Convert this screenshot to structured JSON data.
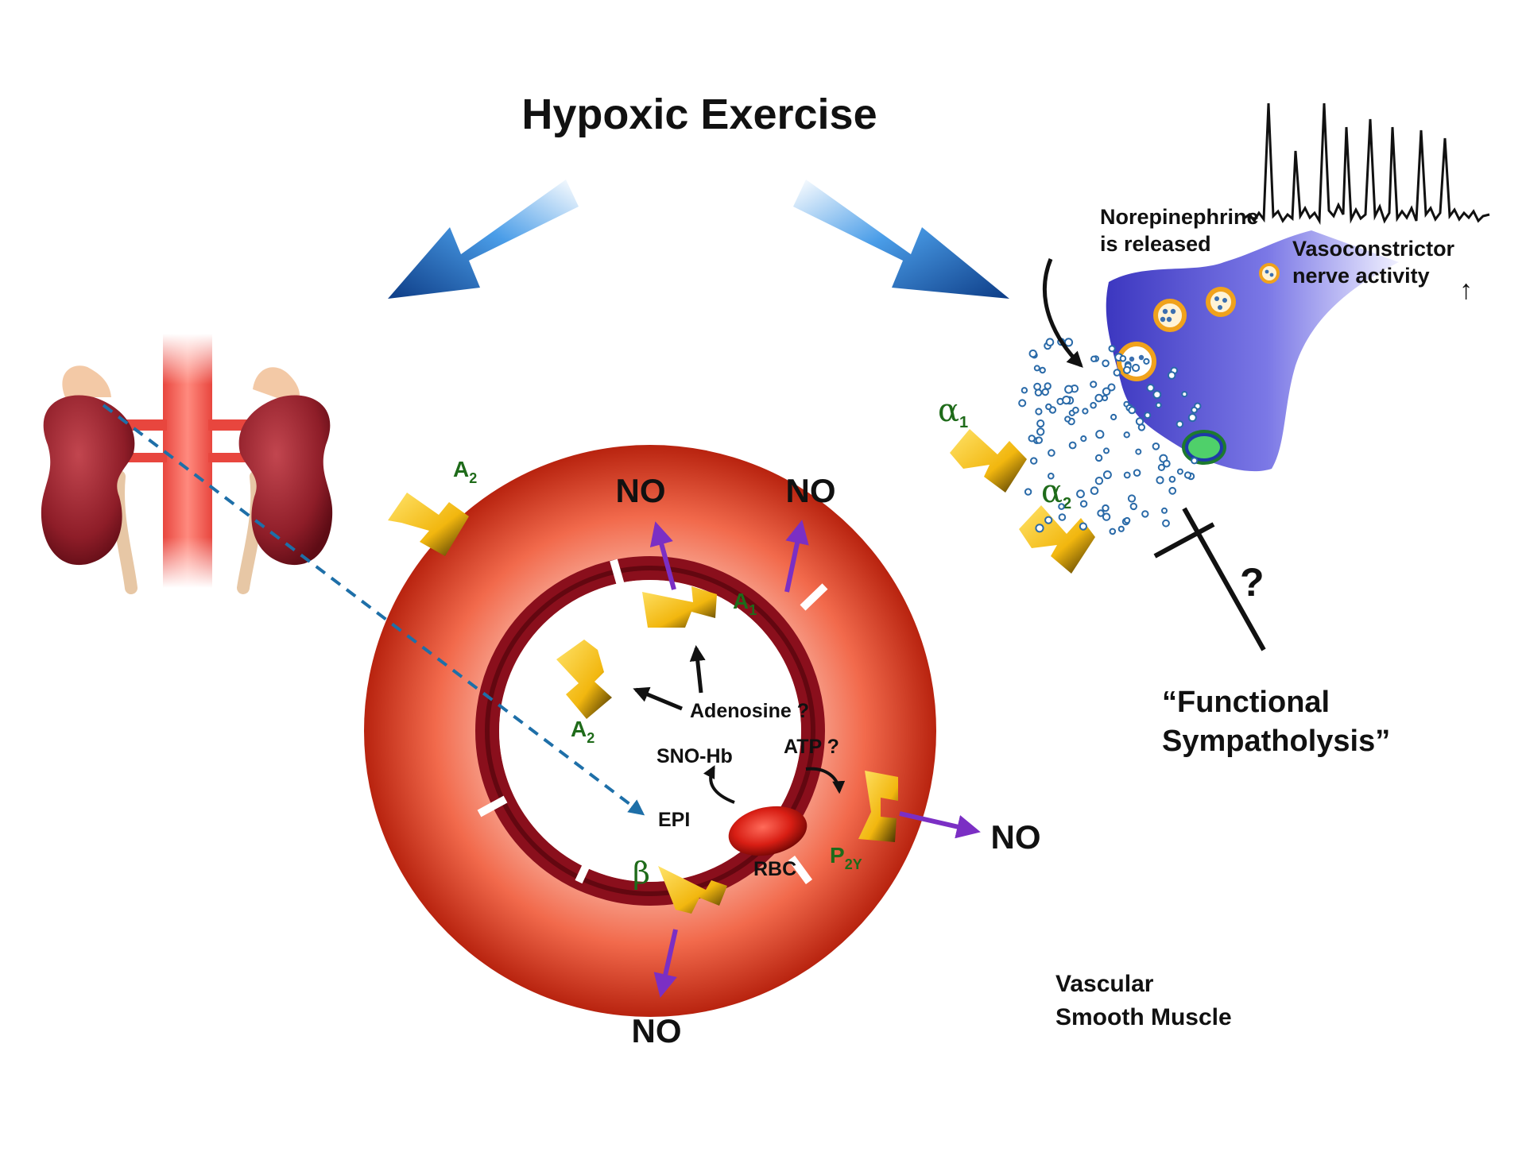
{
  "title": "Hypoxic Exercise",
  "labels": {
    "norepinephrine_line1": "Norepinephrine",
    "norepinephrine_line2": "is released",
    "vasoconstrictor_line1": "Vasoconstrictor",
    "vasoconstrictor_line2": "nerve activity",
    "increase_arrow": "↑",
    "question": "?",
    "sympatholysis_line1": "“Functional",
    "sympatholysis_line2": "Sympatholysis”",
    "vsm_line1": "Vascular",
    "vsm_line2": "Smooth Muscle",
    "adenosine": "Adenosine ?",
    "atp": "ATP ?",
    "sno_hb": "SNO-Hb",
    "epi": "EPI",
    "rbc": "RBC"
  },
  "no_labels": [
    "NO",
    "NO",
    "NO",
    "NO"
  ],
  "receptors": {
    "a2_outer": {
      "base": "A",
      "sub": "2"
    },
    "a1_inner": {
      "base": "A",
      "sub": "1"
    },
    "a2_inner": {
      "base": "A",
      "sub": "2"
    },
    "p2y": {
      "base": "P",
      "sub": "2Y"
    },
    "beta": {
      "base": "β"
    },
    "alpha1": {
      "base": "α",
      "sub": "1"
    },
    "alpha2": {
      "base": "α",
      "sub": "2"
    }
  },
  "colors": {
    "arrow_blue": "#1f5fb8",
    "vessel_red": "#e8442a",
    "endothelium": "#8a0f1c",
    "receptor_gold": "#f2c21a",
    "no_arrow_purple": "#7b2fc4",
    "nerve_purple": "#4a46c9",
    "vesicle_orange": "#f0a21c",
    "dashed_blue": "#1e6fa8",
    "receptor_label_green": "#1f6b1a"
  }
}
